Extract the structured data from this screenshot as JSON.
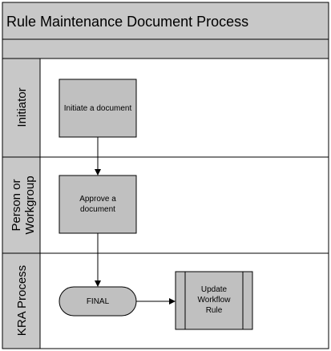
{
  "title": "Rule Maintenance Document Process",
  "colors": {
    "header_bg": "#c8c8c8",
    "lane_label_bg": "#c8c8c8",
    "node_fill": "#c0c0c0",
    "border": "#000000",
    "arrow": "#000000"
  },
  "lanes": [
    {
      "label": "Initiator"
    },
    {
      "label_line1": "Person or",
      "label_line2": "Workgroup"
    },
    {
      "label": "KRA Process"
    }
  ],
  "nodes": {
    "initiate": {
      "label": "Initiate a document"
    },
    "approve": {
      "line1": "Approve a",
      "line2": "document"
    },
    "final": {
      "label": "FINAL"
    },
    "update": {
      "line1": "Update",
      "line2": "Workflow",
      "line3": "Rule"
    }
  },
  "edges": [
    {
      "from": "Initiate a document",
      "to": "Approve a document"
    },
    {
      "from": "Approve a document",
      "to": "FINAL"
    },
    {
      "from": "FINAL",
      "to": "Update Workflow Rule"
    }
  ]
}
